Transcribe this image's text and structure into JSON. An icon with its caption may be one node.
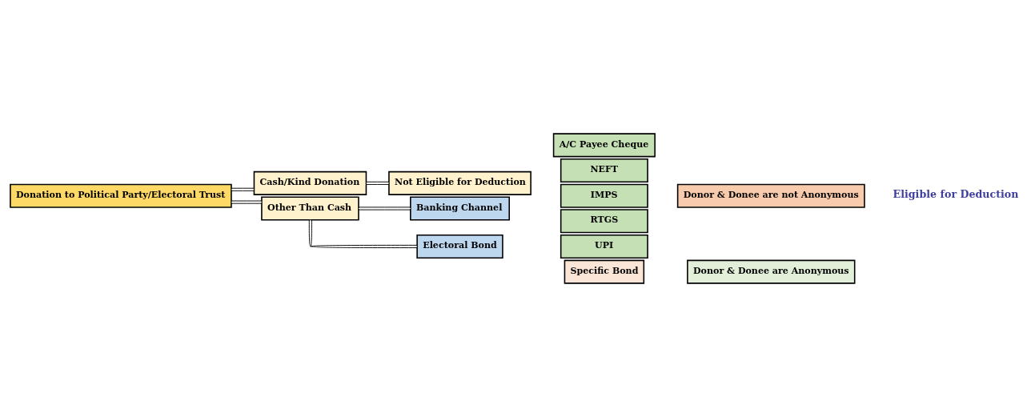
{
  "diagram": {
    "nodes": [
      {
        "text": [
          "Donation to Political Party/Electoral Trust"
        ]
      },
      {
        "text": [
          "Cash/Kind Donation"
        ]
      },
      {
        "text": [
          "Not Eligible for Deduction"
        ]
      },
      {
        "text": [
          "Other Than Cash"
        ]
      },
      {
        "text": [
          "Banking Channel"
        ]
      },
      {
        "text": [
          "A/C Payee Cheque"
        ]
      },
      {
        "text": [
          "NEFT"
        ]
      },
      {
        "text": [
          "IMPS"
        ]
      },
      {
        "text": [
          "RTGS"
        ]
      },
      {
        "text": [
          "UPI"
        ]
      },
      {
        "text": [
          "Donor & Donee are not Anonymous"
        ]
      },
      {
        "text": [
          "Electoral Bond"
        ]
      },
      {
        "text": [
          "Specific Bond"
        ]
      },
      {
        "text": [
          "Donor & Donee are Anonymous"
        ]
      }
    ],
    "edges": [
      {
        "from": 0,
        "to": 1,
        "arrow": "none"
      },
      {
        "from": 1,
        "to": 2,
        "arrow": "none"
      },
      {
        "from": 0,
        "to": 3,
        "arrow": "none"
      },
      {
        "from": 3,
        "to": 4,
        "arrow": "none"
      },
      {
        "from": 3,
        "to": 11,
        "arrow": "none"
      }
    ],
    "labels": [
      "Eligible for Deduction"
    ]
  }
}
